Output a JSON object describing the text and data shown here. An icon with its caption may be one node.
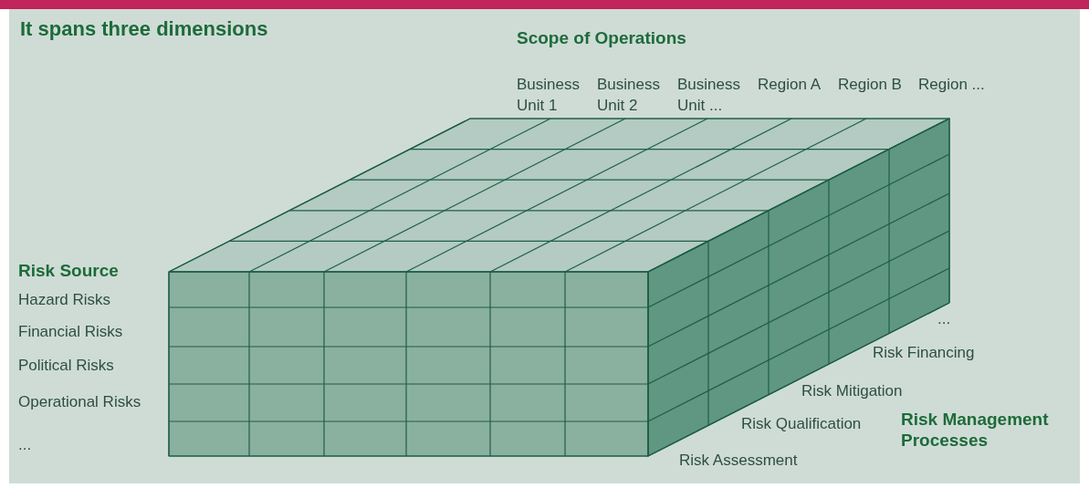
{
  "diagram": {
    "title": "It spans three dimensions",
    "labels": [
      "Scope of Operations",
      "Business Unit 1",
      "Business Unit 2",
      "Business Unit ...",
      "Region A",
      "Region B",
      "Region ...",
      "Risk Source",
      "Hazard Risks",
      "Financial Risks",
      "Political Risks",
      "Operational Risks",
      "...",
      "...",
      "Risk Financing",
      "Risk Mitigation",
      "Risk Qualification",
      "Risk Management Processes",
      "Risk Assessment"
    ]
  }
}
